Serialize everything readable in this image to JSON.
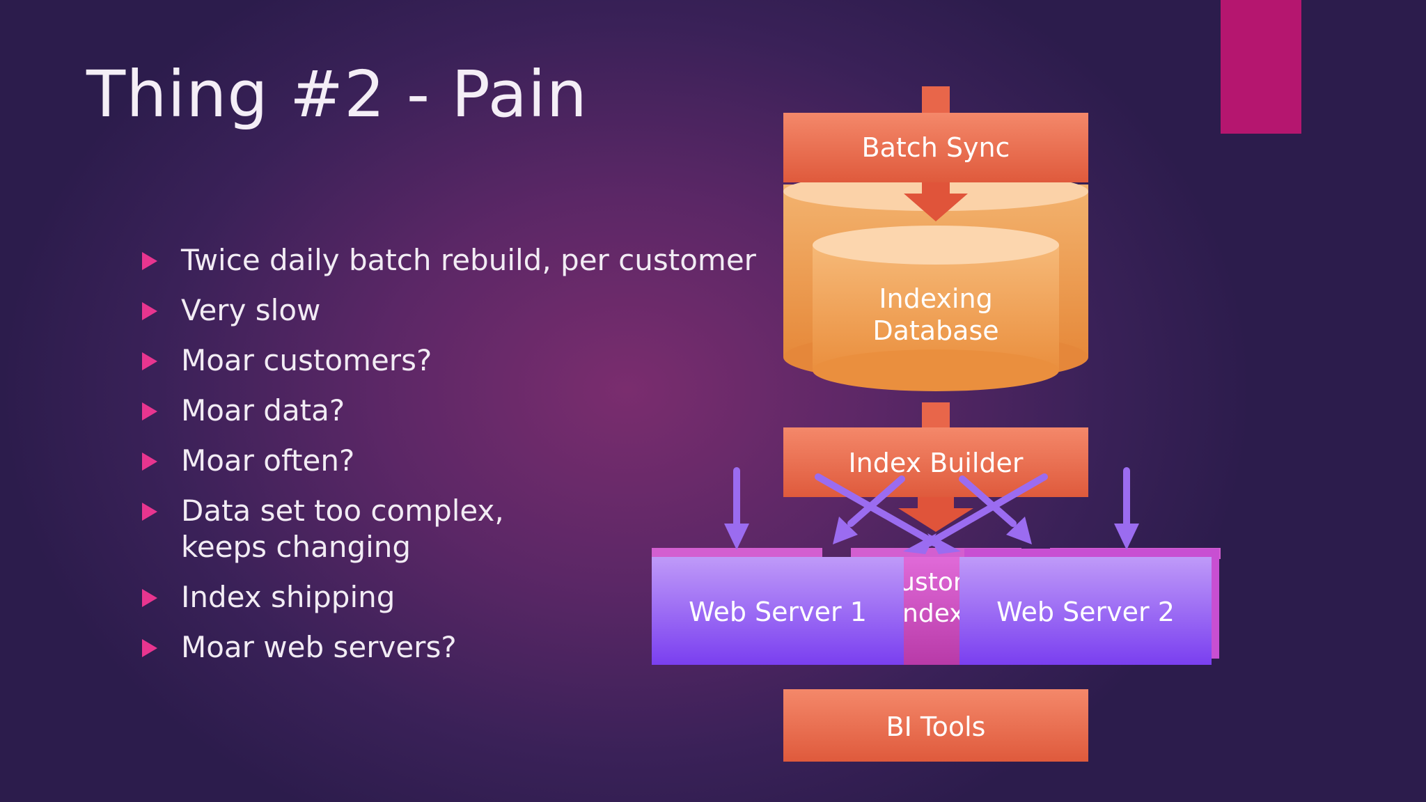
{
  "slide": {
    "title": "Thing #2 - Pain",
    "bullets": [
      {
        "lines": [
          "Twice daily batch rebuild, per customer"
        ]
      },
      {
        "lines": [
          "Very slow"
        ]
      },
      {
        "lines": [
          "Moar customers?"
        ]
      },
      {
        "lines": [
          "Moar data?"
        ]
      },
      {
        "lines": [
          "Moar often?"
        ]
      },
      {
        "lines": [
          "Data set too complex,",
          "keeps changing"
        ]
      },
      {
        "lines": [
          "Index shipping"
        ]
      },
      {
        "lines": [
          "Moar web servers?"
        ]
      }
    ]
  },
  "diagram": {
    "batch_sync": "Batch Sync",
    "database_line1": "Indexing",
    "database_line2": "Database",
    "index_builder": "Index Builder",
    "customer_index_line1": "Custom",
    "customer_index_line2": "Index",
    "web_server_1": "Web Server 1",
    "web_server_2": "Web Server 2",
    "bi_tools": "BI Tools"
  },
  "colors": {
    "accent_tab": "#b5166f",
    "bullet_arrow": "#e8358f",
    "process_box": "#e8664a",
    "database": "#f0a25a",
    "web_server": "#9a6cf2",
    "connector_arrow": "#9b6cf0"
  }
}
